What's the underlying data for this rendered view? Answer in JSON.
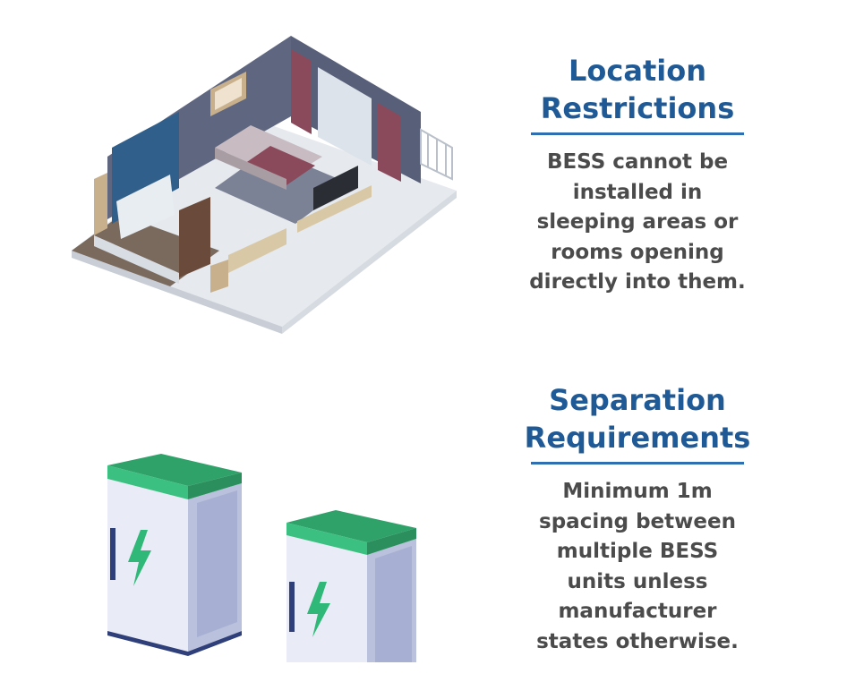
{
  "location": {
    "heading_line1": "Location",
    "heading_line2": "Restrictions",
    "body_lines": [
      "BESS cannot be",
      "installed in",
      "sleeping areas or",
      "rooms opening",
      "directly into them."
    ],
    "illustration": "isometric-hotel-room-icon"
  },
  "separation": {
    "heading_line1": "Separation",
    "heading_line2": "Requirements",
    "body_lines": [
      "Minimum 1m",
      "spacing between",
      "multiple BESS",
      "units unless",
      "manufacturer",
      "states otherwise."
    ],
    "illustration": "battery-units-icon"
  },
  "colors": {
    "heading": "#1f5a96",
    "rule": "#2e6fb2",
    "body": "#4b4b4b",
    "battery_top": "#3aaa6e",
    "bolt": "#3aaa6e"
  }
}
